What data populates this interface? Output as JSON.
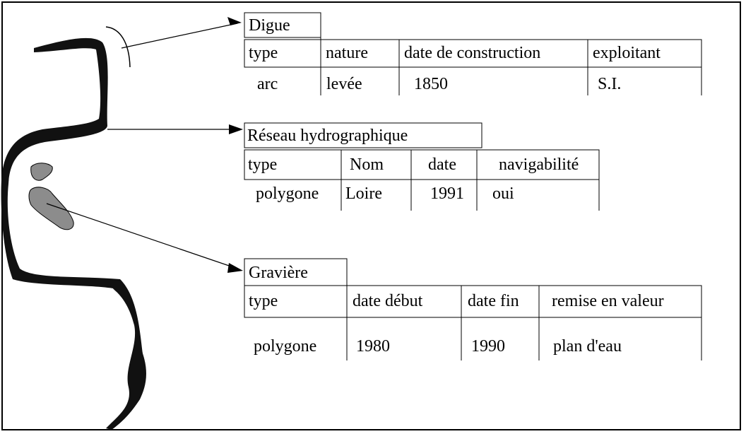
{
  "tables": {
    "digue": {
      "title": "Digue",
      "headers": [
        "type",
        "nature",
        "date de construction",
        "exploitant"
      ],
      "values": [
        "arc",
        "levée",
        "1850",
        "S.I."
      ]
    },
    "reseau": {
      "title": "Réseau hydrographique",
      "headers": [
        "type",
        "Nom",
        "date",
        "navigabilité"
      ],
      "values": [
        "polygone",
        "Loire",
        "1991",
        "oui"
      ]
    },
    "graviere": {
      "title": "Gravière",
      "headers": [
        "type",
        "date début",
        "date fin",
        "remise en valeur"
      ],
      "values": [
        "polygone",
        "1980",
        "1990",
        "plan d'eau"
      ]
    }
  },
  "colors": {
    "river": "#111111",
    "gravel_pit": "#8c8c8c",
    "lines": "#000000"
  }
}
